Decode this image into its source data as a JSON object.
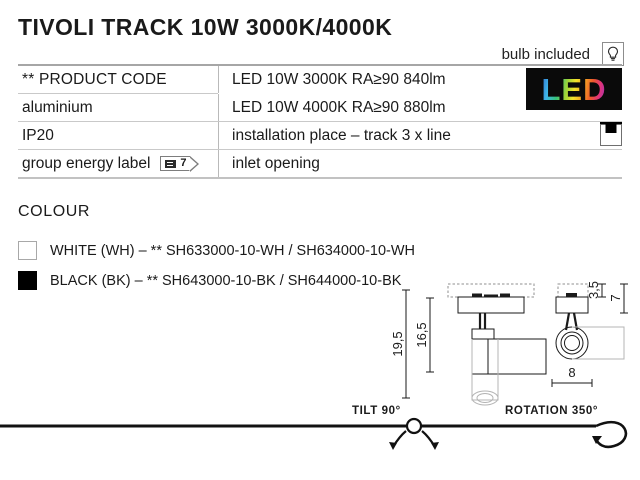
{
  "page_title": "TIVOLI TRACK 10W 3000K/4000K",
  "header": {
    "bulb_included_label": "bulb included",
    "bulb_icon": "lightbulb-icon"
  },
  "spec_table": {
    "rows": [
      {
        "left": "** PRODUCT CODE",
        "right": "LED 10W 3000K RA≥90 840lm"
      },
      {
        "left": "aluminium",
        "right": "LED 10W 4000K RA≥90 880lm"
      },
      {
        "left": "IP20",
        "right": "installation place – track 3 x line"
      },
      {
        "left": "group energy label",
        "right": "inlet opening"
      }
    ],
    "energy_label": {
      "number": "7",
      "icon": "energy-label-icon"
    },
    "led_badge": {
      "text": "LED"
    },
    "track_icon": "track-mount-icon"
  },
  "colour_section": {
    "heading": "COLOUR",
    "options": [
      {
        "swatch": "white",
        "swatch_hex": "#ffffff",
        "text": "WHITE (WH) – ** SH633000-10-WH  / SH634000-10-WH"
      },
      {
        "swatch": "black",
        "swatch_hex": "#000000",
        "text": "BLACK (BK) – ** SH643000-10-BK / SH644000-10-BK"
      }
    ]
  },
  "technical_drawing": {
    "dimensions": {
      "overall_height": "19,5",
      "body_height": "16,5",
      "adapter_height": "3,5",
      "adapter_total": "7",
      "width": "8"
    }
  },
  "motion": {
    "tilt_label": "TILT 90°",
    "rotation_label": "ROTATION 350°"
  }
}
